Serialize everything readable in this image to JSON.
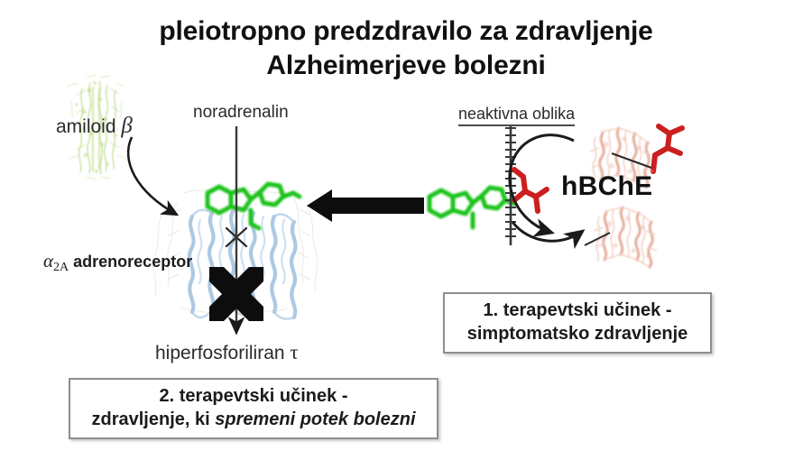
{
  "title": {
    "line1": "pleiotropno predzdravilo za zdravljenje",
    "line2": "Alzheimerjeve bolezni"
  },
  "labels": {
    "amyloid_text": "amiloid ",
    "amyloid_greek": "β",
    "noradrenalin": "noradrenalin",
    "adrenoreceptor_greek": "α",
    "adrenoreceptor_sub": "2A",
    "adrenoreceptor_text": " adrenoreceptor",
    "tau_text": "hiperfosforiliran ",
    "tau_greek": "τ",
    "inactive_form": "neaktivna oblika",
    "enzyme": "hBChE"
  },
  "callouts": {
    "effect1_line1": "1. terapevtski učinek -",
    "effect1_line2": "simptomatsko zdravljenje",
    "effect2_line1": "2. terapevtski učinek -",
    "effect2_line2_plain": "zdravljenje, ki ",
    "effect2_line2_italic": "spremeni potek bolezni"
  },
  "colors": {
    "drug_green": "#22cc22",
    "drug_green_dark": "#12a012",
    "carbamate_red": "#cc2222",
    "enzyme_salmon": "#e8a894",
    "receptor_blue": "#aecbe4",
    "amyloid_green": "#8ec63f",
    "arrow_black": "#111111",
    "box_border": "#8e8e8e"
  },
  "icon_names": {
    "amyloid_fibril": "amyloid-fibril-icon",
    "receptor_protein": "receptor-protein-icon",
    "enzyme_top": "enzyme-structure-top-icon",
    "enzyme_bottom": "enzyme-structure-bottom-icon",
    "block_x": "blocked-pathway-x-icon",
    "cleavage_line": "cleavage-bond-icon",
    "cycle_arrow": "catalytic-cycle-arrow-icon",
    "transfer_arrow": "drug-transfer-arrow-icon",
    "signal_arrow": "signalling-arrow-icon",
    "amyloid_arrow": "amyloid-binding-arrow-icon"
  }
}
